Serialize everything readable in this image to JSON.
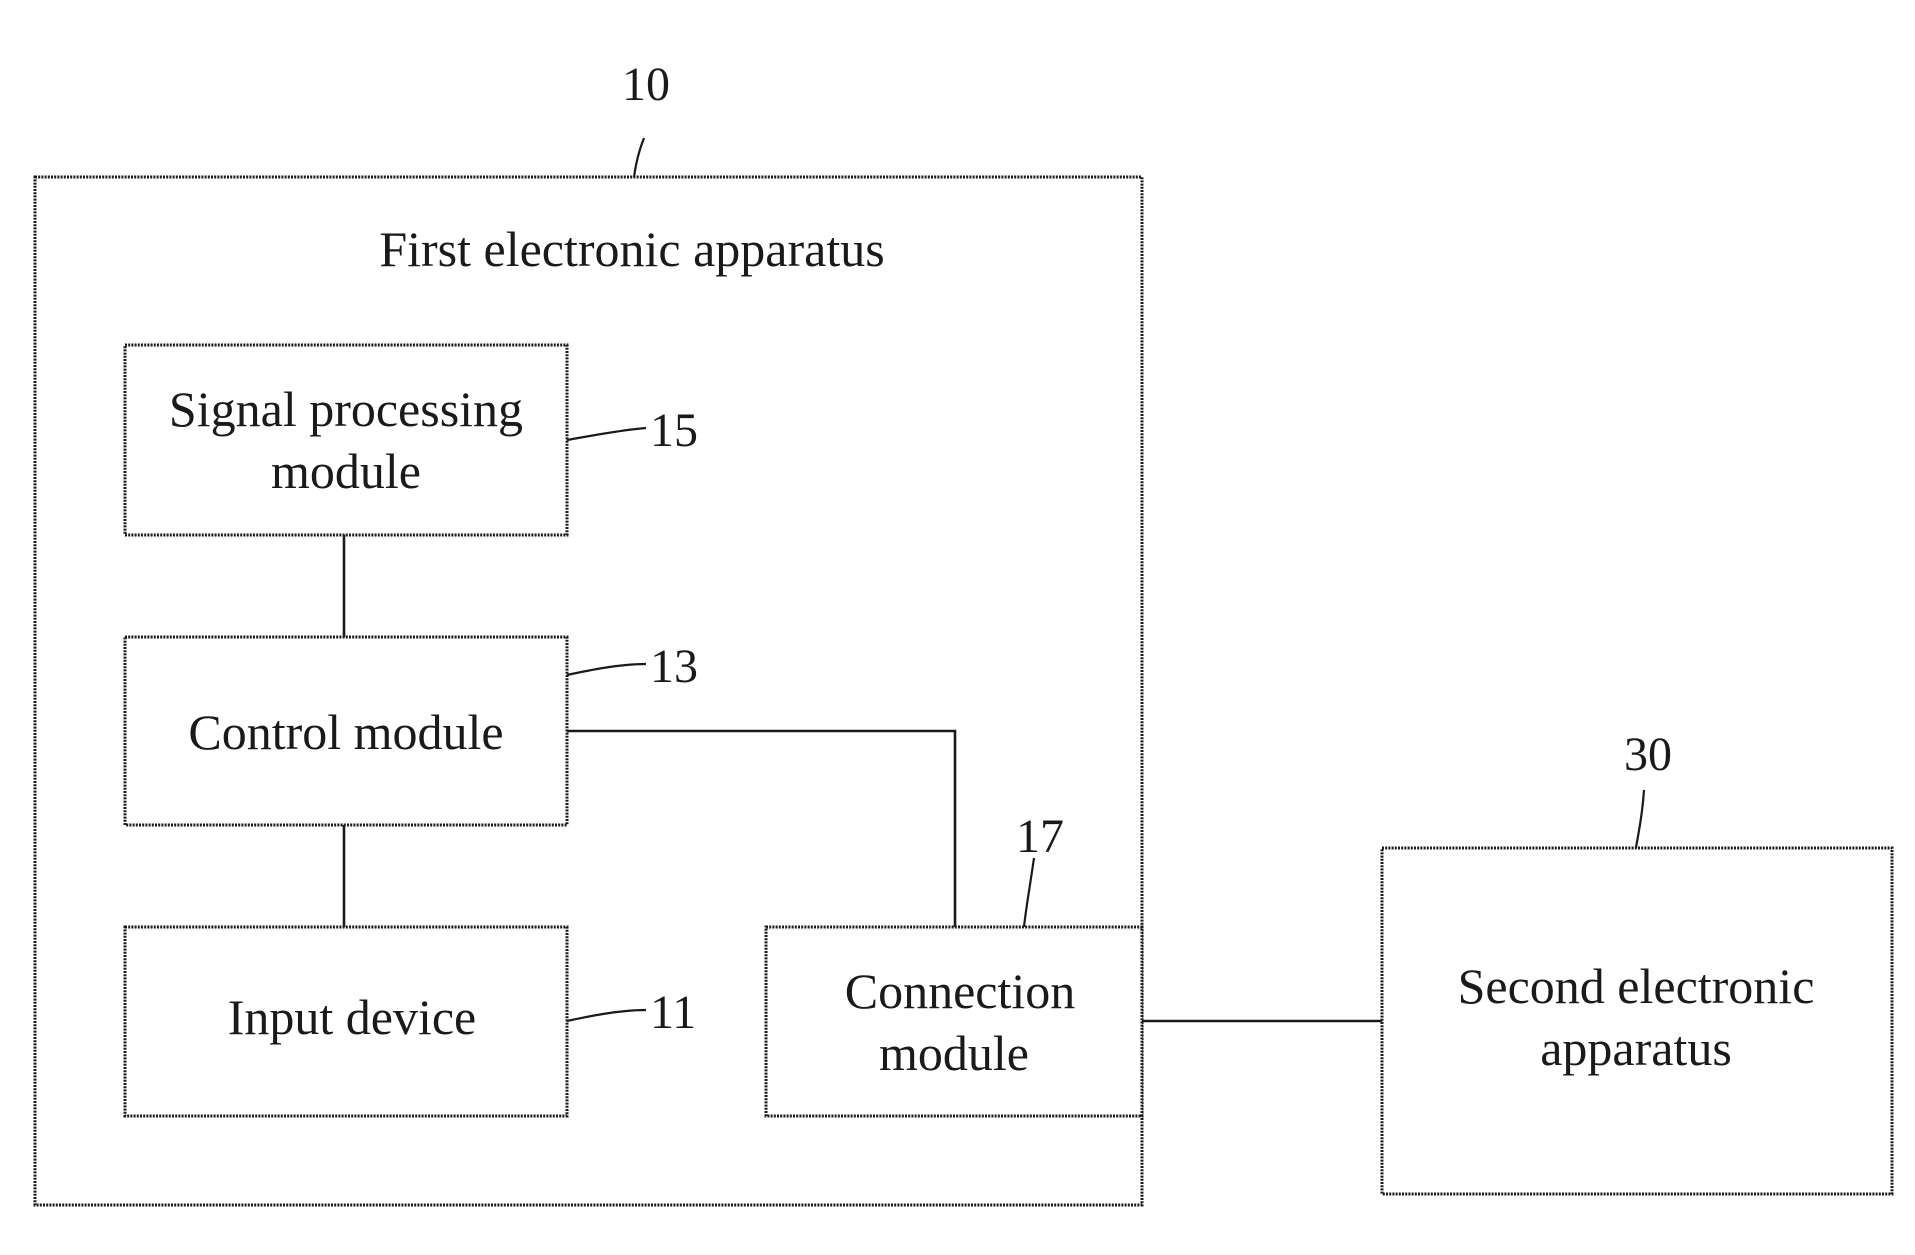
{
  "first_apparatus": {
    "ref": "10",
    "title": "First electronic apparatus"
  },
  "signal_module": {
    "ref": "15",
    "line1": "Signal processing",
    "line2": "module"
  },
  "control_module": {
    "ref": "13",
    "label": "Control module"
  },
  "input_device": {
    "ref": "11",
    "label": "Input device"
  },
  "connection_module": {
    "ref": "17",
    "line1": "Connection",
    "line2": "module"
  },
  "second_apparatus": {
    "ref": "30",
    "line1": "Second electronic",
    "line2": "apparatus"
  }
}
